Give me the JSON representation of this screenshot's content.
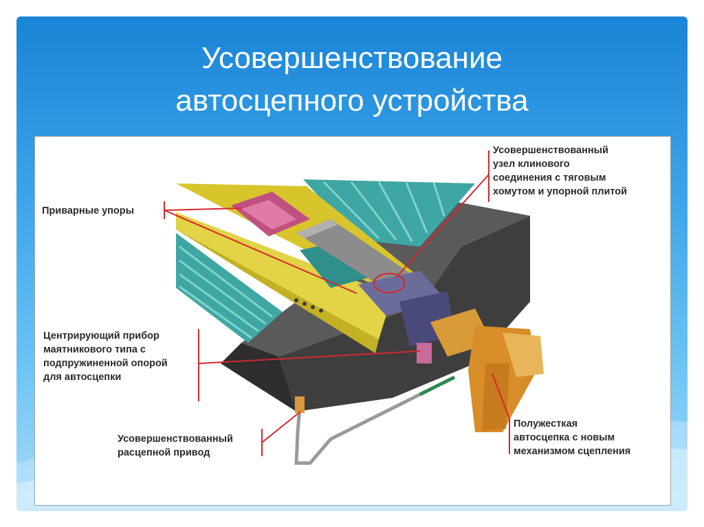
{
  "slide": {
    "title_line1": "Усовершенствование",
    "title_line2": "автосцепного устройства"
  },
  "labels": {
    "wedge_joint": [
      "Усовершенствованный",
      "узел клинового",
      "соединения с тяговым",
      "хомутом и упорной плитой"
    ],
    "welded_stops": "Приварные упоры",
    "centering_device": [
      "Центрирующий прибор",
      "маятникового типа с",
      "подпружиненной опорой",
      "для автосцепки"
    ],
    "uncoupling_drive": [
      "Усовершенствованный",
      "расцепной привод"
    ],
    "semi_rigid_coupler": [
      "Полужесткая",
      "автосцепка с новым",
      "механизмом сцепления"
    ]
  },
  "colors": {
    "leader_line": "#d6262b",
    "frame_yellow": "#d8c52c",
    "floor_teal": "#3fa7a3",
    "beam_pink": "#c0507f",
    "coupler_orange": "#d99a3a",
    "body_dark": "#3a3a3a"
  }
}
